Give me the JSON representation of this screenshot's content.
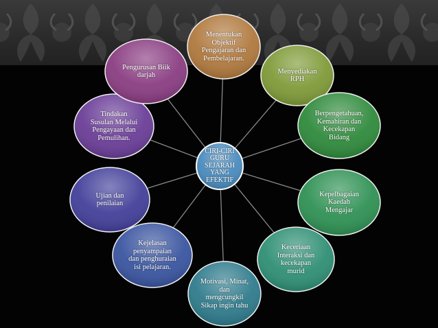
{
  "center": {
    "label": "CIRI-CIRI\nGURU\nSEJARAH\nYANG\nEFEKTIF",
    "color": "#4a8bbd"
  },
  "nodes": [
    {
      "label": "Menentukan\nObjektif\nPengajaran dan\nPembelajaran.",
      "color": "#b0793e"
    },
    {
      "label": "Menyediakan\nRPH",
      "color": "#7f9a38"
    },
    {
      "label": "Berpengetahuan,\nKemahiran dan\nKecekapan\nBidang",
      "color": "#2f8a3c"
    },
    {
      "label": "Kepelbagaian\nKaedah\nMengajar",
      "color": "#2f9154"
    },
    {
      "label": "Keceriaan\nInteraksi dan\nkecekapan\nmurid",
      "color": "#2f8f74"
    },
    {
      "label": "Motivasi, Minat,\ndan\nmengcungkil\nSikap ingin tahu",
      "color": "#2f7b8c"
    },
    {
      "label": "Kejelasan\npenyampaian\ndan penghuraian\nisi pelajaran.",
      "color": "#3a55a0"
    },
    {
      "label": "Ujian dan\npenilaian",
      "color": "#43409a"
    },
    {
      "label": "Tindakan\nSusulan Melalui\nPengayaan dan\nPemulihan.",
      "color": "#6a3d97"
    },
    {
      "label": "Pengurusan Biik\ndarjah",
      "color": "#8a3d82"
    }
  ]
}
